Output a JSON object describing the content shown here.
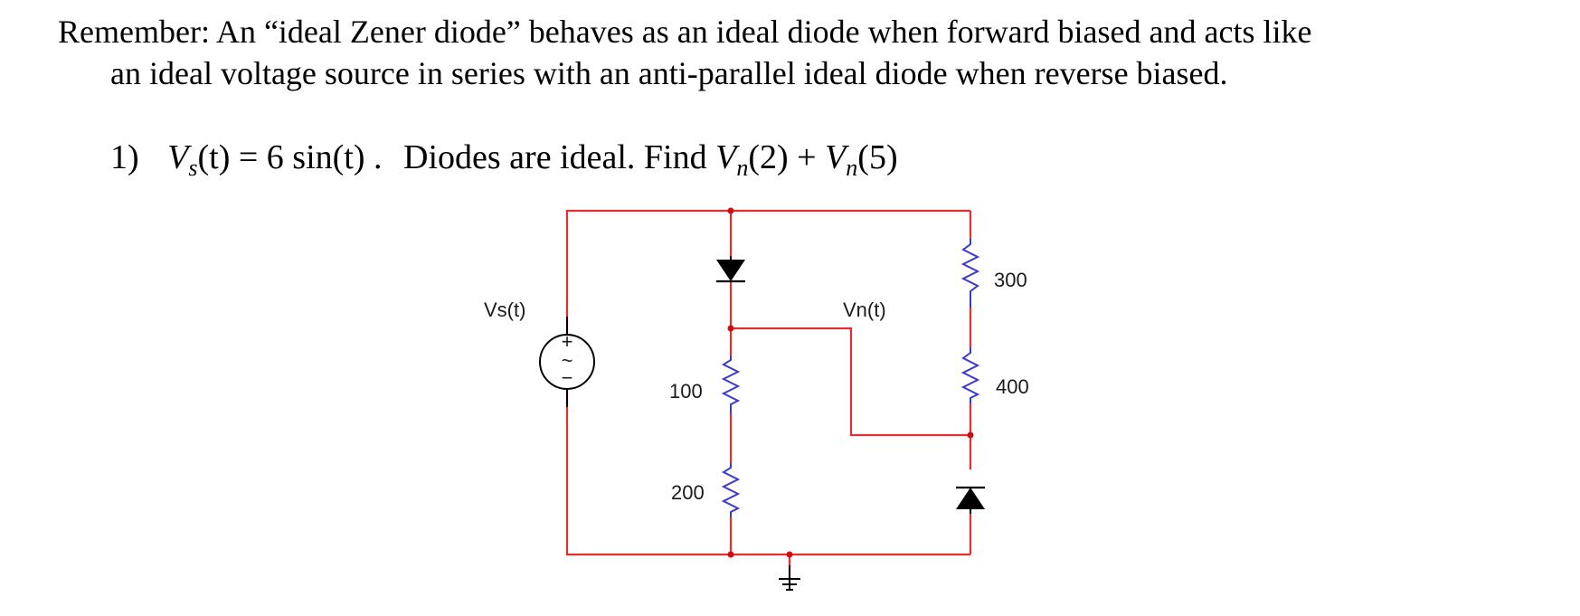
{
  "reminder": {
    "line1": "Remember:  An “ideal Zener diode” behaves as an ideal diode when forward biased and acts like",
    "line2": "an ideal voltage source in series with an anti-parallel ideal diode when reverse biased."
  },
  "question": {
    "number": "1)",
    "vs_symbol": "V",
    "vs_sub": "s",
    "vs_expr_rest": "(t) = 6 sin(t) .",
    "statement": "Diodes are ideal.  Find",
    "vn_symbol": "V",
    "vn_sub": "n",
    "find_expr_a": "(2) + ",
    "find_expr_b": "(5)"
  },
  "circuit": {
    "source_label": "Vs(t)",
    "source_plus": "+",
    "source_minus": "−",
    "source_tilde": "~",
    "node_label": "Vn(t)",
    "resistors": {
      "r1": "100",
      "r2": "200",
      "r3": "300",
      "r4": "400"
    },
    "colors": {
      "wire": "#e03030",
      "resistor": "#3a3ad0",
      "node": "#cc1010",
      "component": "#000000"
    }
  }
}
